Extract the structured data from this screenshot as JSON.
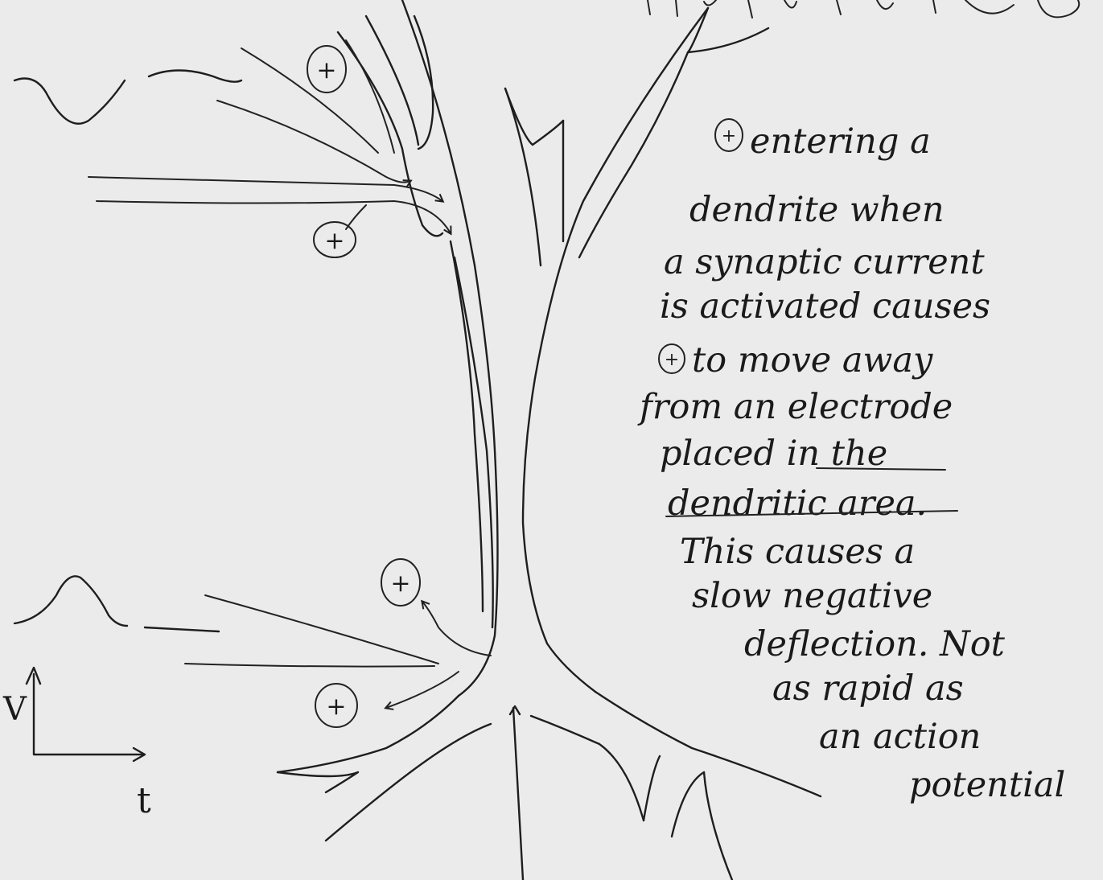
{
  "note": {
    "lines": [
      "entering a",
      "dendrite when",
      "a synaptic current",
      "is activated causes",
      "to move away",
      "from an electrode",
      "placed in the",
      "dendritic area.",
      "This causes a",
      "slow negative",
      "deflection. Not",
      "as rapid as",
      "an action",
      "potential"
    ],
    "underlined": [
      "in the",
      "dendritic area"
    ]
  },
  "charge_label": "+",
  "axes": {
    "y_label": "V",
    "x_label": "t"
  },
  "colors": {
    "paper": "#ebebeb",
    "ink": "#1e1e1e"
  }
}
